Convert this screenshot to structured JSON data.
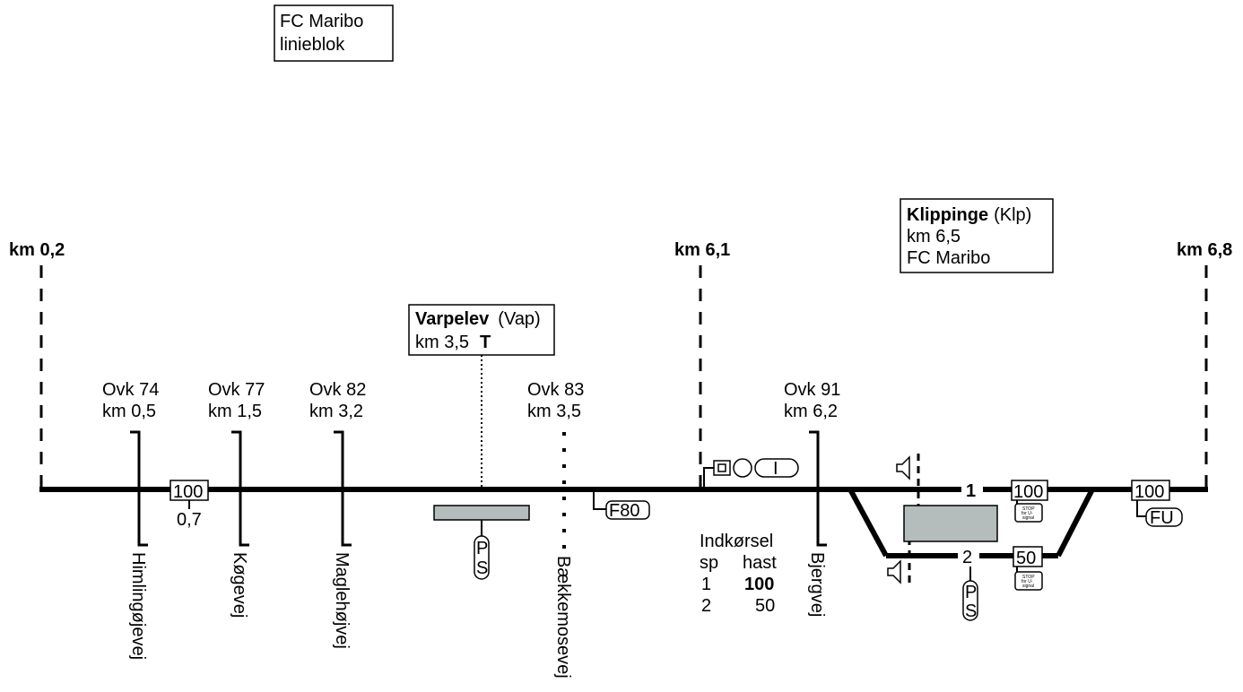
{
  "line_label": {
    "line1": "FC Maribo",
    "line2": "linieblok"
  },
  "km_markers": {
    "left": "km 0,2",
    "middle": "km 6,1",
    "right": "km 6,8"
  },
  "station_varpelev": {
    "name": "Varpelev",
    "code": "(Vap)",
    "km": "km 3,5",
    "flag": "T"
  },
  "station_klippinge": {
    "name": "Klippinge",
    "code": "(Klp)",
    "km": "km 6,5",
    "line": "FC Maribo"
  },
  "crossings": [
    {
      "ovk": "Ovk 74",
      "km": "km 0,5",
      "road": "Himlingøjevej"
    },
    {
      "ovk": "Ovk 77",
      "km": "km 1,5",
      "road": "Køgevej"
    },
    {
      "ovk": "Ovk 82",
      "km": "km 3,2",
      "road": "Maglehøjvej"
    },
    {
      "ovk": "Ovk 83",
      "km": "km 3,5",
      "road": "Bækkemosevej"
    },
    {
      "ovk": "Ovk 91",
      "km": "km 6,2",
      "road": "Bjergvej"
    }
  ],
  "speed_signs": {
    "s1": "100",
    "s1_km": "0,7",
    "f80": "F80",
    "track1": "100",
    "track2": "50",
    "exit": "100",
    "fu": "FU",
    "stop_text": [
      "STOP",
      "for U-",
      "signal"
    ]
  },
  "ps_labels": {
    "p": "P",
    "s": "S"
  },
  "track_numbers": {
    "t1": "1",
    "t2": "2"
  },
  "entry_table": {
    "title": "Indkørsel",
    "col1": "sp",
    "col2": "hast",
    "rows": [
      {
        "sp": "1",
        "hast": "100"
      },
      {
        "sp": "2",
        "hast": "50"
      }
    ]
  },
  "signal_sign": "I"
}
